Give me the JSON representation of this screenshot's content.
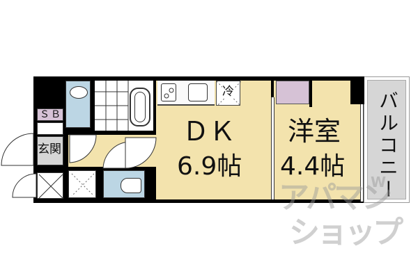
{
  "floorplan": {
    "rooms": {
      "dk": {
        "name": "ＤＫ",
        "size": "6.9帖"
      },
      "western_room": {
        "name": "洋室",
        "size": "4.4帖"
      },
      "balcony": {
        "name": "バルコニー"
      },
      "entrance": {
        "name": "玄関"
      },
      "shoe_box": {
        "name": "ＳＢ"
      },
      "fridge": {
        "name": "冷"
      }
    },
    "colors": {
      "living_floor": "#f3e3ad",
      "wet_area": "#bcd6e4",
      "balcony": "#d6d6d6",
      "storage": "#d6c2d6",
      "wall": "#000000"
    }
  },
  "watermark": {
    "line1": "アパマン",
    "line2": "ショップ",
    "badge": "W"
  }
}
